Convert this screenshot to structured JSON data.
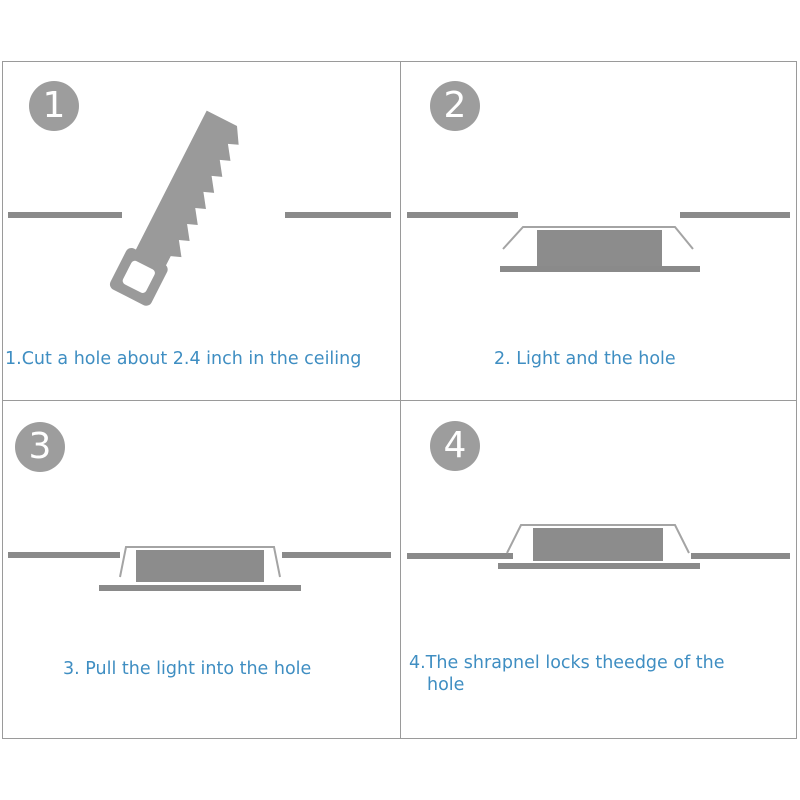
{
  "colors": {
    "ceiling": "#8a8a8a",
    "light_body": "#8c8c8c",
    "spring": "#a4a4a4",
    "badge": "#9d9d9d",
    "caption": "#3f8ec2",
    "border": "#9a9a9a"
  },
  "steps": [
    {
      "number": "1",
      "caption": "1.Cut a hole about  2.4 inch in the ceiling",
      "icon": "saw-icon"
    },
    {
      "number": "2",
      "caption": "2. Light and the hole"
    },
    {
      "number": "3",
      "caption": "3. Pull the  light into the hole"
    },
    {
      "number": "4",
      "caption_line1": "4.The shrapnel locks theedge of the",
      "caption_line2": "hole"
    }
  ]
}
